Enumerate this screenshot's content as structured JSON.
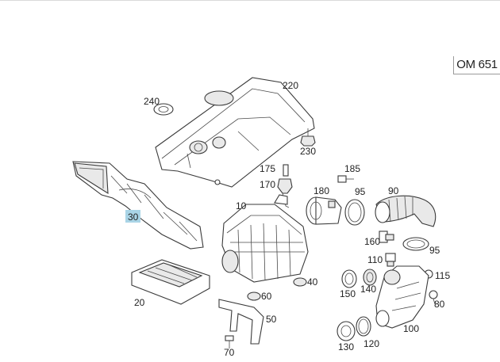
{
  "model_label": "OM 651",
  "highlight_color": "#a9d4e6",
  "parts": [
    {
      "id": "p220",
      "number": "220",
      "name": "engine-cover"
    },
    {
      "id": "p240",
      "number": "240",
      "name": "grommet-240"
    },
    {
      "id": "p230",
      "number": "230",
      "name": "rubber-mount-230"
    },
    {
      "id": "p185",
      "number": "185",
      "name": "bolt-185"
    },
    {
      "id": "p175",
      "number": "175",
      "name": "screw-175"
    },
    {
      "id": "p170",
      "number": "170",
      "name": "sensor-170"
    },
    {
      "id": "p180",
      "number": "180",
      "name": "air-mass-sensor-180"
    },
    {
      "id": "p95a",
      "number": "95",
      "name": "hose-clamp-95-upper"
    },
    {
      "id": "p90",
      "number": "90",
      "name": "corrugated-hose-90"
    },
    {
      "id": "p10",
      "number": "10",
      "name": "air-filter-housing-10"
    },
    {
      "id": "p30",
      "number": "30",
      "name": "intake-duct-30",
      "highlighted": true
    },
    {
      "id": "p160",
      "number": "160",
      "name": "fitting-160"
    },
    {
      "id": "p95b",
      "number": "95",
      "name": "hose-clamp-95-lower"
    },
    {
      "id": "p110",
      "number": "110",
      "name": "connector-110"
    },
    {
      "id": "p115",
      "number": "115",
      "name": "screw-115"
    },
    {
      "id": "p40",
      "number": "40",
      "name": "grommet-40"
    },
    {
      "id": "p60",
      "number": "60",
      "name": "grommet-60"
    },
    {
      "id": "p150",
      "number": "150",
      "name": "clamp-150"
    },
    {
      "id": "p140",
      "number": "140",
      "name": "seal-140"
    },
    {
      "id": "p80",
      "number": "80",
      "name": "screw-80"
    },
    {
      "id": "p20",
      "number": "20",
      "name": "filter-element-20"
    },
    {
      "id": "p50",
      "number": "50",
      "name": "bracket-50"
    },
    {
      "id": "p100",
      "number": "100",
      "name": "charge-air-pipe-100"
    },
    {
      "id": "p70",
      "number": "70",
      "name": "bolt-70"
    },
    {
      "id": "p130",
      "number": "130",
      "name": "coupling-130"
    },
    {
      "id": "p120",
      "number": "120",
      "name": "ring-120"
    }
  ]
}
